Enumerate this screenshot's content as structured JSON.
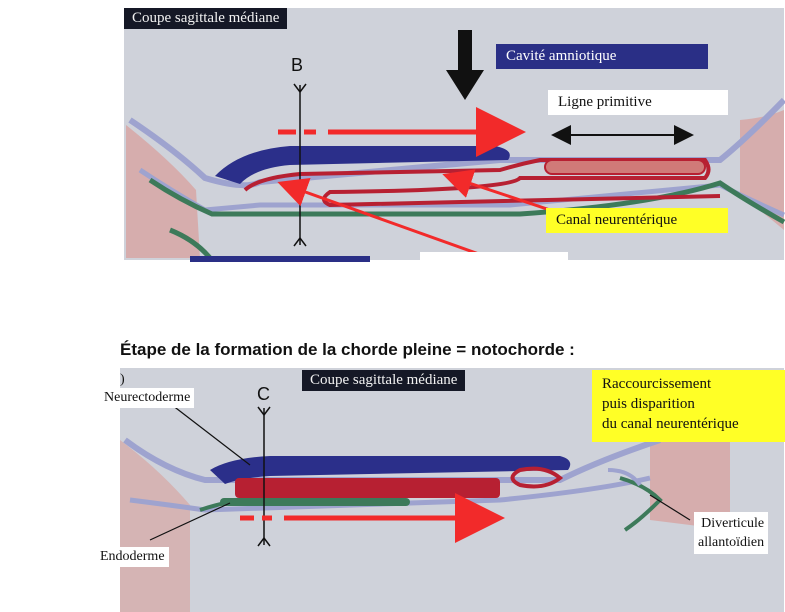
{
  "top_diagram": {
    "title": "Coupe sagittale médiane",
    "section_letter": "B",
    "label_amniotic": "Cavité amniotique",
    "label_primitive_line": "Ligne primitive",
    "label_canal": "Canal neurentérique"
  },
  "heading": "Étape de la formation de la chorde pleine = notochorde :",
  "bottom_diagram": {
    "title": "Coupe sagittale médiane",
    "section_letter": "C",
    "label_neurectoderm": "Neurectoderme",
    "label_endoderm": "Endoderme",
    "label_shortening_1": "Raccourcissement",
    "label_shortening_2": "puis disparition",
    "label_shortening_3": "du canal neurentérique",
    "label_diverticule_1": "Diverticule",
    "label_diverticule_2": "allantoïdien"
  },
  "colors": {
    "panel": "#cfd2da",
    "neurectoderm_blue": "#2b2f8a",
    "chorde_red": "#b72032",
    "endoderm_green": "#3d7a5a",
    "arrow_red": "#f22a2a",
    "ectoderm_pink": "#d7a7a4"
  }
}
